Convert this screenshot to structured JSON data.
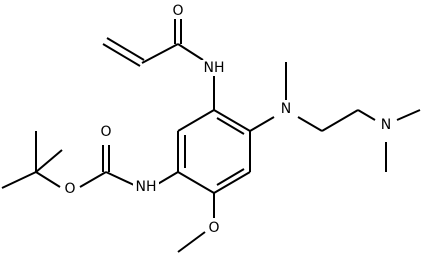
{
  "structure": {
    "atom_labels": {
      "o_carbonyl_acryl": "O",
      "nh_amide_acryl": "NH",
      "n_methyl": "N",
      "n_dimethyl": "N",
      "o_ester": "O",
      "o_carbonyl_boc": "O",
      "nh_carbamate": "NH",
      "o_methoxy": "O"
    },
    "colors": {
      "bond": "#000000",
      "background": "#ffffff"
    }
  }
}
